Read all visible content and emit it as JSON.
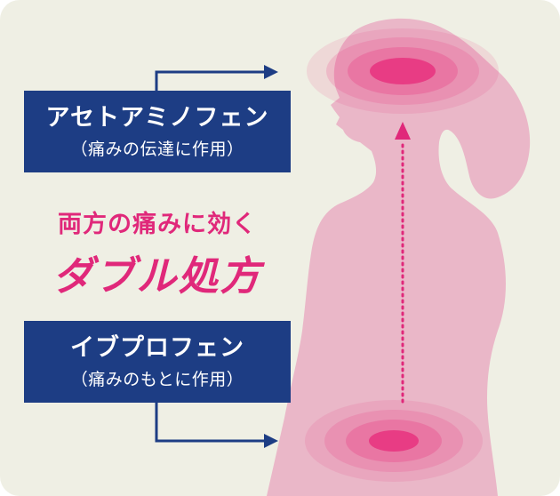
{
  "acetaminophen": {
    "name": "アセトアミノフェン",
    "action": "（痛みの伝達に作用）"
  },
  "ibuprofen": {
    "name": "イブプロフェン",
    "action": "（痛みのもとに作用）"
  },
  "caption": {
    "line1": "両方の痛みに効く",
    "line2": "ダブル処方"
  },
  "colors": {
    "background": "#efefe4",
    "box": "#1d3d84",
    "accent": "#e0287a",
    "silhouette": "#eab7c8"
  }
}
